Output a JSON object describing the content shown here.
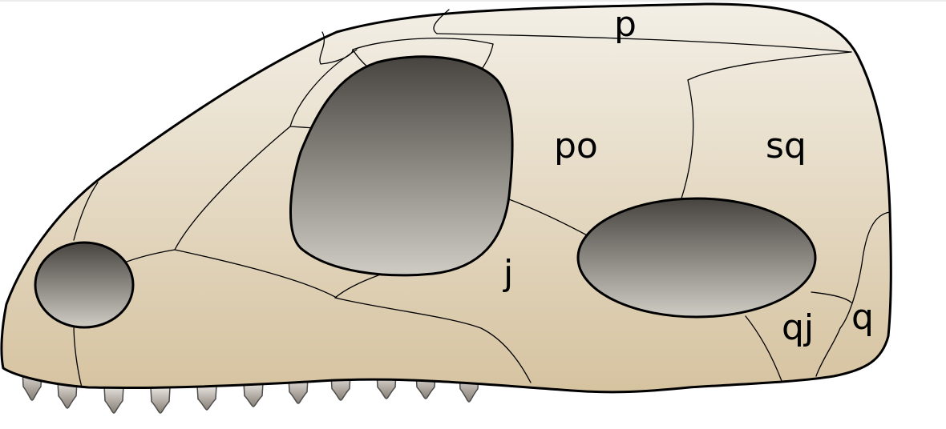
{
  "labels": {
    "parietal": "p",
    "postorbital": "po",
    "squamosal": "sq",
    "jugal": "j",
    "quadratojugal": "qj",
    "quadrate": "q"
  },
  "colors": {
    "bone_top": "#f3efe6",
    "bone_bottom": "#d6c3a0",
    "opening_top": "#474440",
    "opening_bottom": "#cfccc4",
    "tooth_top": "#e8e4e0",
    "tooth_bottom": "#877f75",
    "outline": "#000000"
  }
}
